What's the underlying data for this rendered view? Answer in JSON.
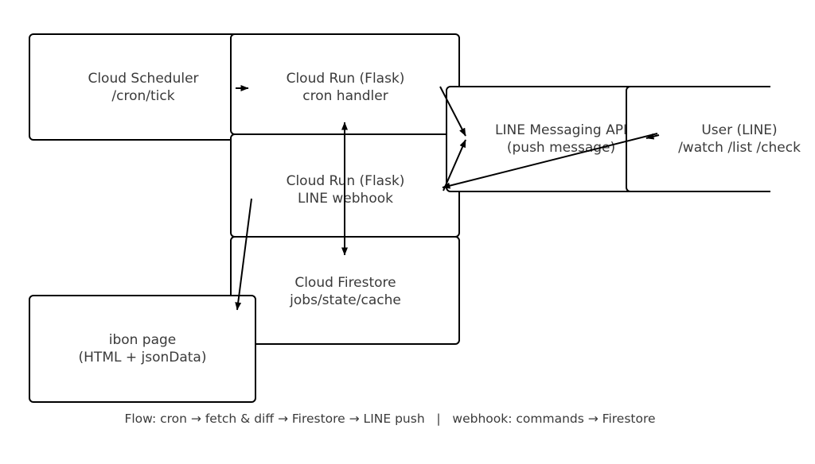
{
  "diagram": {
    "boxes": {
      "scheduler": {
        "line1": "Cloud Scheduler",
        "line2": "/cron/tick"
      },
      "cron_handler": {
        "line1": "Cloud Run (Flask)",
        "line2": "cron handler"
      },
      "line_webhook": {
        "line1": "Cloud Run (Flask)",
        "line2": "LINE webhook"
      },
      "firestore": {
        "line1": "Cloud Firestore",
        "line2": "jobs/state/cache"
      },
      "line_api": {
        "line1": "LINE Messaging API",
        "line2": "(push message)"
      },
      "user": {
        "line1": "User (LINE)",
        "line2": "/watch /list /check"
      },
      "ibon_page": {
        "line1": "ibon page",
        "line2": "(HTML + jsonData)"
      }
    },
    "caption": "Flow: cron → fetch & diff → Firestore → LINE push   |   webhook: commands → Firestore",
    "colors": {
      "background": "#ffffff",
      "box_fill": "#ffffff",
      "box_border": "#000000",
      "arrow": "#000000",
      "text": "#3a3a3a"
    }
  }
}
